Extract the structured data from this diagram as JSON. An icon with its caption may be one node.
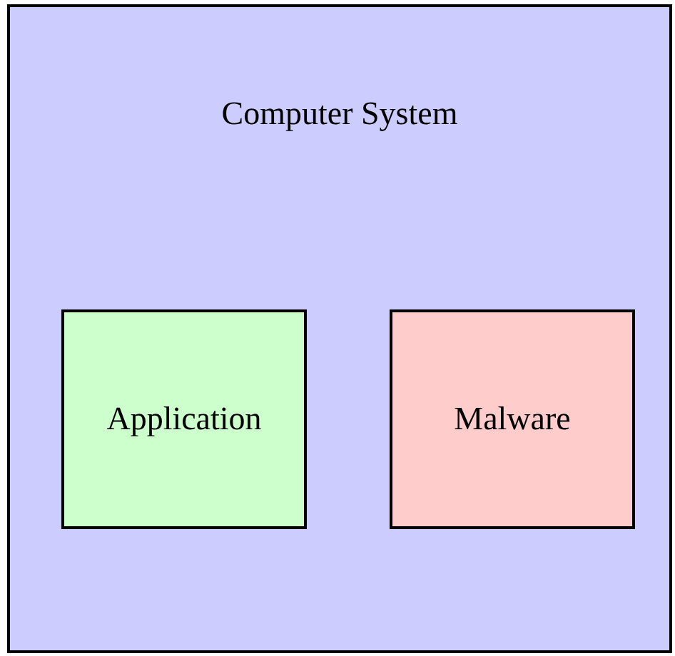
{
  "diagram": {
    "nodes": [
      {
        "text": [
          "Computer System"
        ]
      },
      {
        "text": [
          "Application"
        ],
        "in": 0
      },
      {
        "text": [
          "Malware"
        ],
        "in": 0
      }
    ]
  }
}
